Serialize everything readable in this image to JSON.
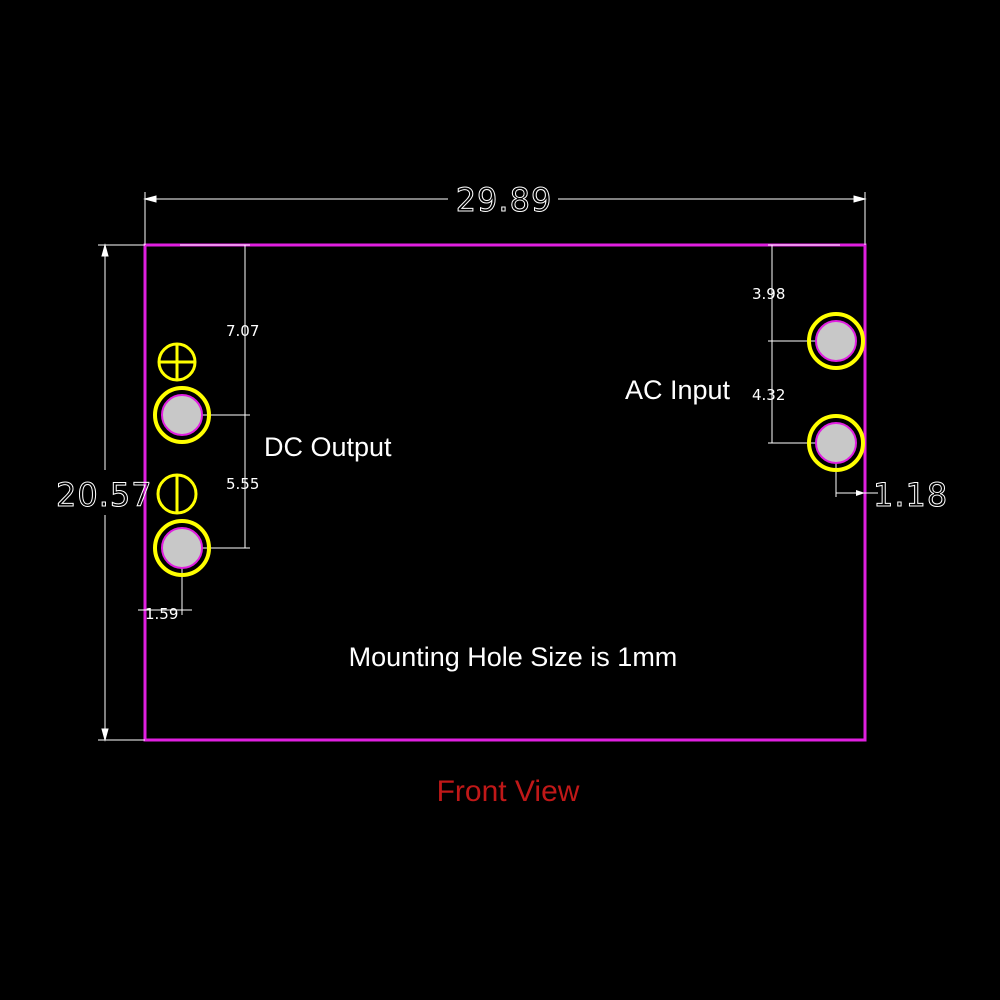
{
  "dimensions": {
    "width": "29.89",
    "height": "20.57",
    "dc_top_offset": "7.07",
    "dc_spacing": "5.55",
    "dc_edge_offset": "1.59",
    "ac_top_offset": "3.98",
    "ac_spacing": "4.32",
    "ac_edge_offset": "1.18"
  },
  "labels": {
    "dc_output": "DC Output",
    "ac_input": "AC Input",
    "mounting_note": "Mounting Hole Size is 1mm",
    "view_title": "Front View"
  },
  "colors": {
    "background": "#000000",
    "board_outline": "#e020e0",
    "pad_ring": "#ffff00",
    "pad_fill": "#c8c8c8",
    "dimension_lines": "#ffffff",
    "title": "#c01818"
  },
  "markers": {
    "positive_icon": "plus-symbol-icon",
    "negative_icon": "minus-symbol-icon"
  }
}
